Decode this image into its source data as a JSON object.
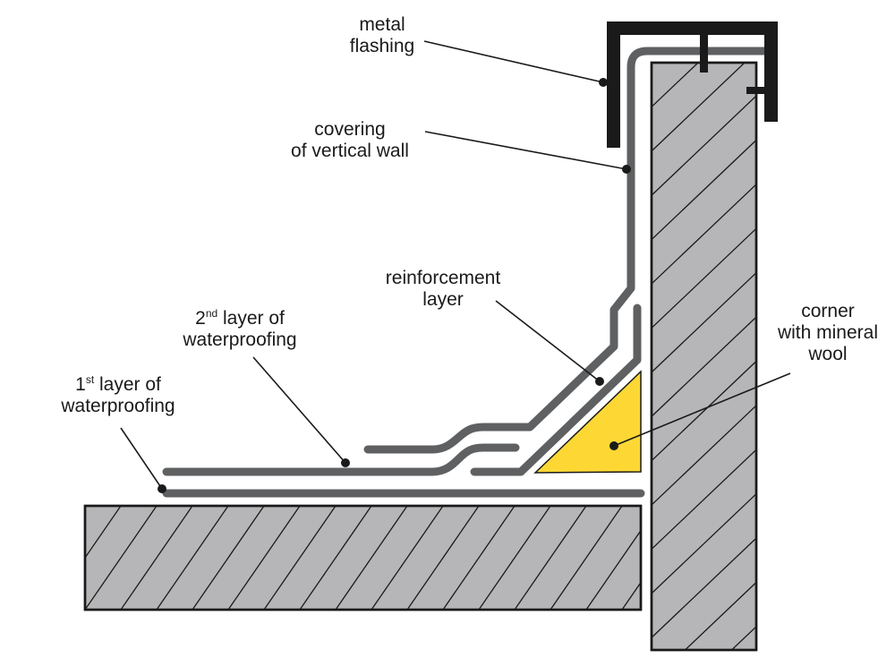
{
  "diagram": {
    "title": "",
    "colors": {
      "concrete": "#b6b6b8",
      "membrane": "#5e6062",
      "flashing": "#1a1a1a",
      "mineral_wool": "#fdd835",
      "outline": "#1a1a1a"
    },
    "components": [
      {
        "id": "slab",
        "kind": "concrete-slab"
      },
      {
        "id": "wall",
        "kind": "concrete-wall"
      },
      {
        "id": "flashing",
        "kind": "metal-flashing"
      },
      {
        "id": "layer1",
        "kind": "membrane"
      },
      {
        "id": "layer2",
        "kind": "membrane"
      },
      {
        "id": "reinforcement",
        "kind": "membrane"
      },
      {
        "id": "wool",
        "kind": "mineral-wool-fillet"
      }
    ],
    "labels": {
      "metal_flashing": {
        "line1": "metal",
        "line2": "flashing"
      },
      "covering": {
        "line1": "covering",
        "line2": "of vertical wall"
      },
      "reinforcement": {
        "line1": "reinforcement",
        "line2": "layer"
      },
      "second_layer": {
        "num": "2",
        "sup": "nd",
        "line1_rest": " layer of",
        "line2": "waterproofing"
      },
      "first_layer": {
        "num": "1",
        "sup": "st",
        "line1_rest": " layer of",
        "line2": "waterproofing"
      },
      "corner": {
        "line1": "corner",
        "line2": "with mineral",
        "line3": "wool"
      }
    }
  }
}
